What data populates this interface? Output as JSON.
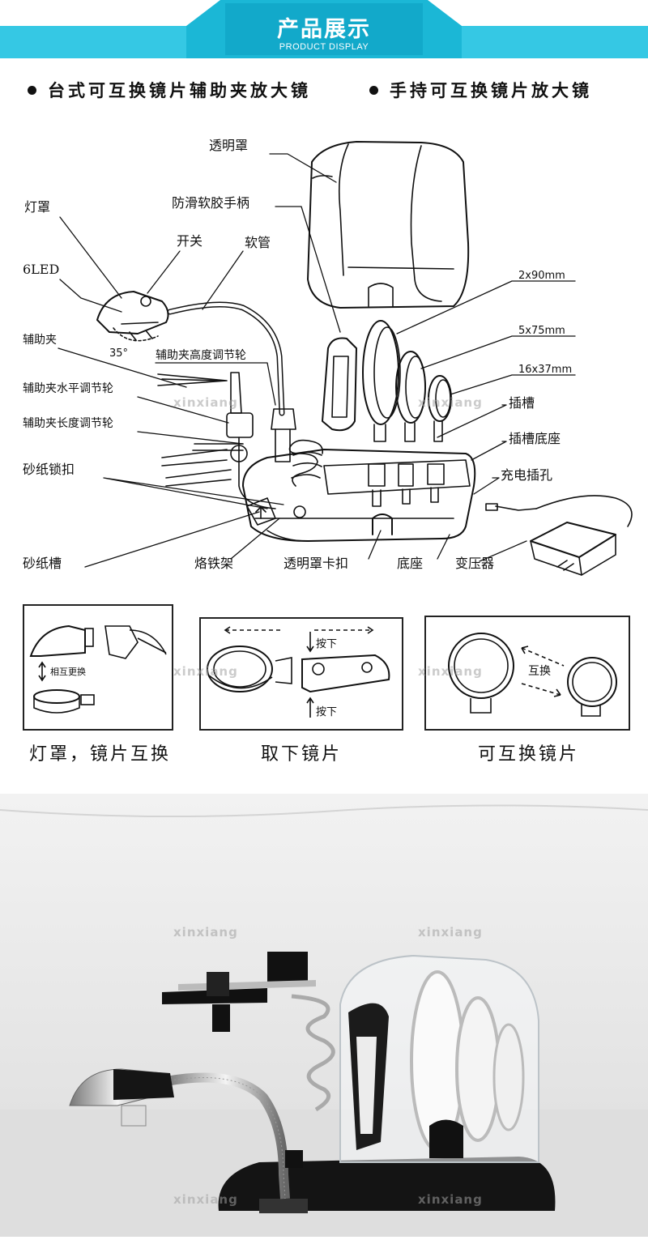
{
  "banner": {
    "title": "产品展示",
    "subtitle": "PRODUCT DISPLAY",
    "color_dark": "#1bb7d6",
    "color_light": "#35c8e4"
  },
  "headlines": {
    "left": "台式可互换镜片辅助夹放大镜",
    "right": "手持可互换镜片放大镜"
  },
  "diagram_labels": {
    "transparent_cover": "透明罩",
    "anti_slip_handle": "防滑软胶手柄",
    "lamp_shade": "灯罩",
    "switch": "开关",
    "hose": "软管",
    "led": "6LED",
    "angle": "35°",
    "aux_clip": "辅助夹",
    "aux_clip_height_wheel": "辅助夹高度调节轮",
    "aux_clip_horizontal_wheel": "辅助夹水平调节轮",
    "aux_clip_length_wheel": "辅助夹长度调节轮",
    "sandpaper_lock": "砂纸锁扣",
    "sandpaper_slot": "砂纸槽",
    "iron_stand": "烙铁架",
    "cover_clasp": "透明罩卡扣",
    "base": "底座",
    "transformer": "变压器",
    "lens_large": "2x90mm",
    "lens_medium": "5x75mm",
    "lens_small": "16x37mm",
    "slot": "插槽",
    "slot_base": "插槽底座",
    "charging_port": "充电插孔"
  },
  "panels": {
    "panel1_inner": "相互更换",
    "panel1_caption": "灯罩，镜片互换",
    "panel2_press_top": "按下",
    "panel2_press_bottom": "按下",
    "panel2_caption": "取下镜片",
    "panel3_inner": "互换",
    "panel3_caption": "可互换镜片"
  },
  "watermark": "xinxiang",
  "colors": {
    "line": "#111111",
    "banner": "#1bb7d6",
    "photo_bg": "#e9e9e9",
    "base_black": "#141414"
  }
}
